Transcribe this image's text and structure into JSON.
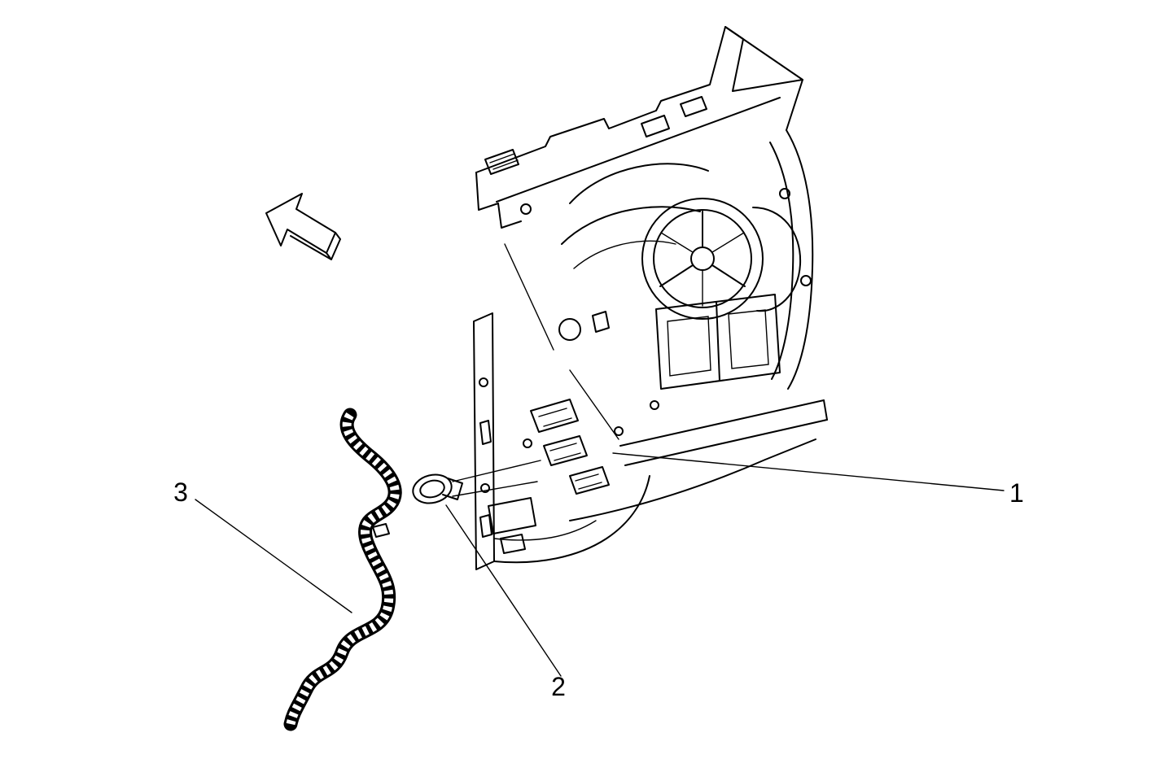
{
  "figure": {
    "background_color": "#ffffff",
    "line_color": "#000000",
    "callouts": [
      {
        "label": "1"
      },
      {
        "label": "2"
      },
      {
        "label": "3"
      }
    ],
    "icons": {
      "direction_arrow": "arrow-up-left-icon"
    }
  }
}
